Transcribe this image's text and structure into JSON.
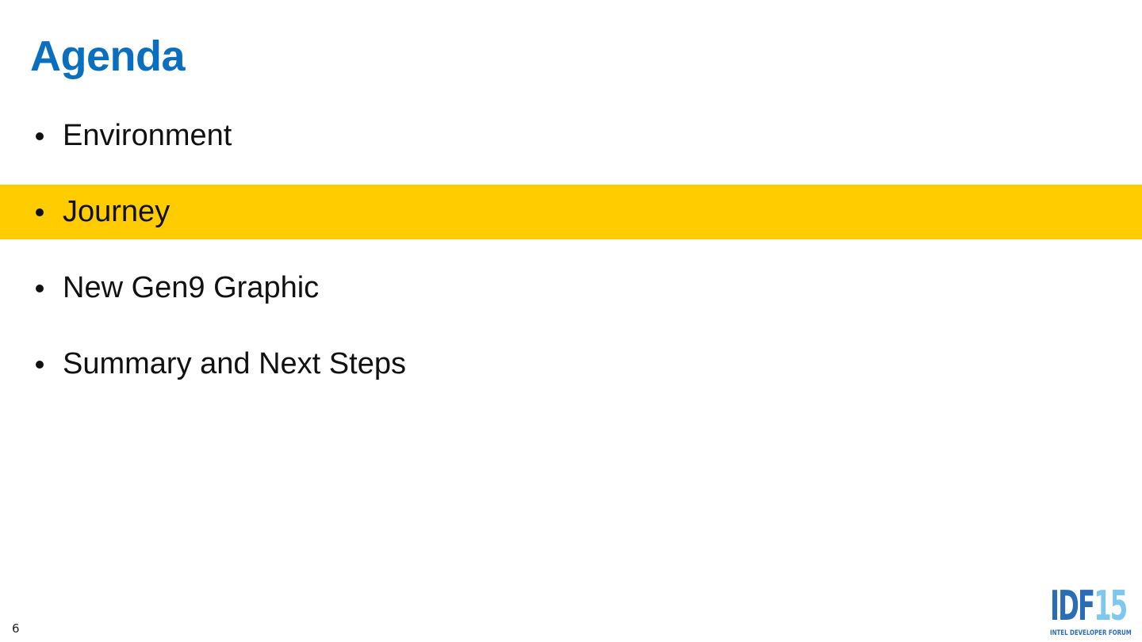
{
  "slide": {
    "title": "Agenda",
    "page_number": "6",
    "colors": {
      "title": "#0b6fbf",
      "highlight": "#ffcc00",
      "text": "#111111",
      "logo_primary": "#2a6db6",
      "logo_accent": "#7ec8f0"
    }
  },
  "agenda": {
    "items": [
      {
        "label": "Environment",
        "highlighted": false
      },
      {
        "label": "Journey",
        "highlighted": true
      },
      {
        "label": "New Gen9 Graphic",
        "highlighted": false
      },
      {
        "label": "Summary and Next Steps",
        "highlighted": false
      }
    ]
  },
  "logo": {
    "main": "IDF",
    "year": "15",
    "subtitle": "INTEL DEVELOPER FORUM"
  }
}
